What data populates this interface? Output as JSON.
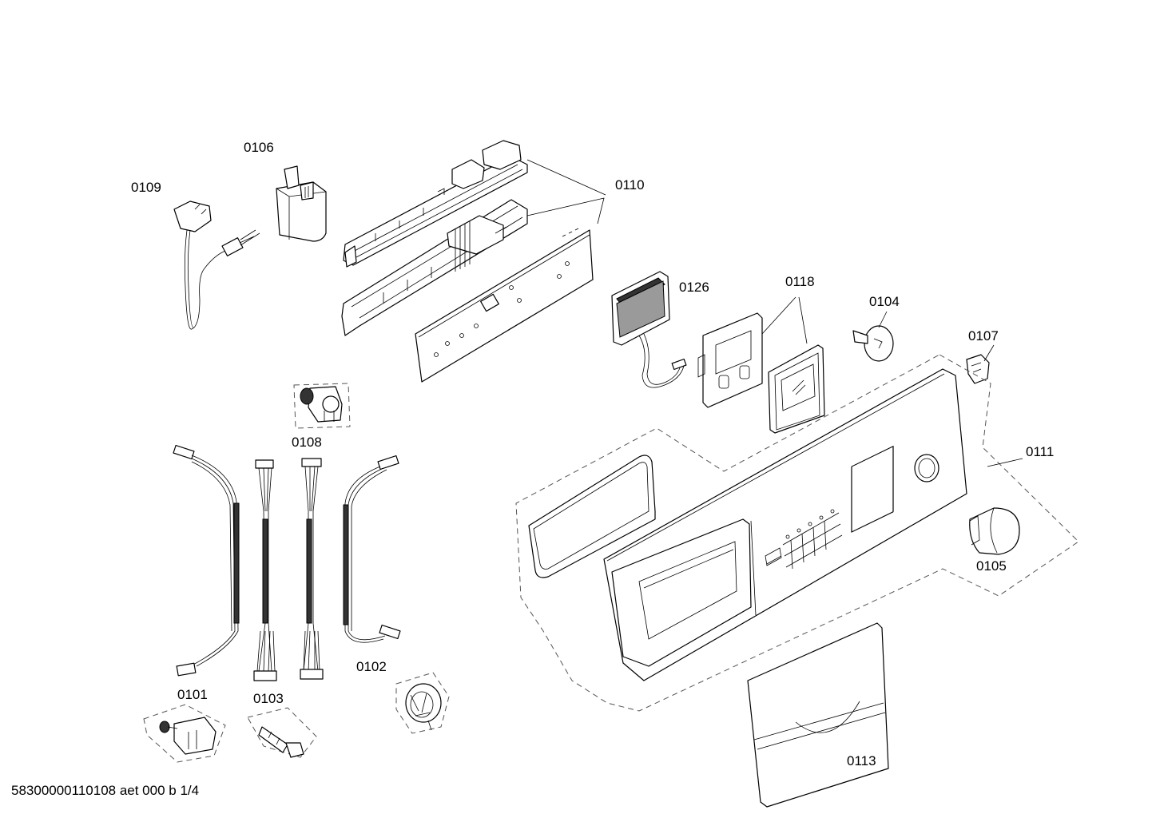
{
  "parts": {
    "p0109": "0109",
    "p0106": "0106",
    "p0110": "0110",
    "p0126": "0126",
    "p0118": "0118",
    "p0104": "0104",
    "p0107": "0107",
    "p0111": "0111",
    "p0105": "0105",
    "p0108": "0108",
    "p0101": "0101",
    "p0103": "0103",
    "p0102": "0102",
    "p0113": "0113"
  },
  "footer": "58300000110108 aet 000 b 1/4"
}
